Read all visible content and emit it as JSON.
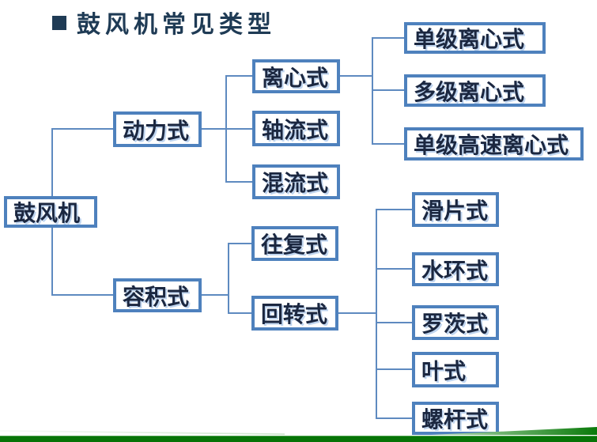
{
  "slide": {
    "title": {
      "bullet_icon": "square-bullet",
      "text": "鼓风机常见类型"
    }
  },
  "tree": {
    "root": {
      "label": "鼓风机"
    },
    "branches": [
      {
        "label": "动力式",
        "children": [
          {
            "label": "离心式",
            "children": [
              {
                "label": "单级离心式"
              },
              {
                "label": "多级离心式"
              },
              {
                "label": "单级高速离心式"
              }
            ]
          },
          {
            "label": "轴流式"
          },
          {
            "label": "混流式"
          }
        ]
      },
      {
        "label": "容积式",
        "children": [
          {
            "label": "往复式"
          },
          {
            "label": "回转式",
            "children": [
              {
                "label": "滑片式"
              },
              {
                "label": "水环式"
              },
              {
                "label": "罗茨式"
              },
              {
                "label": "叶式"
              },
              {
                "label": "螺杆式"
              }
            ]
          }
        ]
      }
    ]
  },
  "colors": {
    "title_text": "#1F3B55",
    "box_border": "#4E81BD",
    "box_text": "#1B2740",
    "connector_line": "#5E8AC0",
    "footer_green_dark": "#077407",
    "footer_green_light": "#B9DDB9"
  }
}
